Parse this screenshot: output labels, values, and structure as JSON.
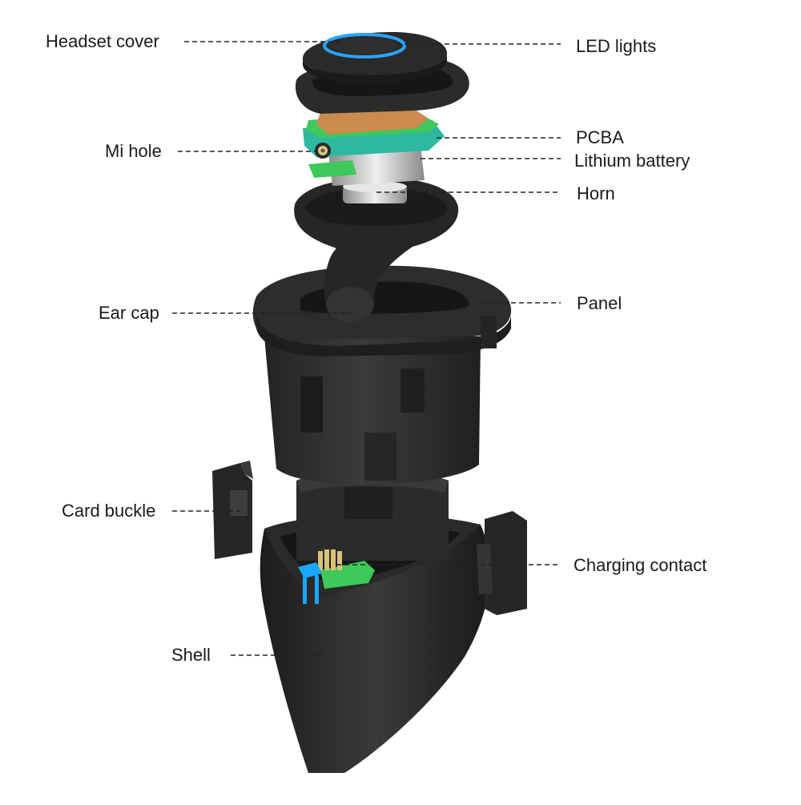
{
  "diagram": {
    "labels": {
      "headset_cover": "Headset cover",
      "led_lights": "LED lights",
      "pcba": "PCBA",
      "mi_hole": "Mi hole",
      "lithium_battery": "Lithium battery",
      "horn": "Horn",
      "ear_cap": "Ear cap",
      "panel": "Panel",
      "card_buckle": "Card buckle",
      "charging_contact": "Charging contact",
      "shell": "Shell"
    },
    "colors": {
      "housing": "#2b2b2b",
      "housing_dark": "#1c1c1c",
      "housing_light": "#3d3d3d",
      "led_ring": "#29a3ff",
      "pcb_green": "#3ec95a",
      "pcb_teal": "#2fb8a0",
      "copper": "#c98b4e",
      "metal": "#c9c9c9",
      "contact_blue": "#1aa7ff"
    }
  }
}
